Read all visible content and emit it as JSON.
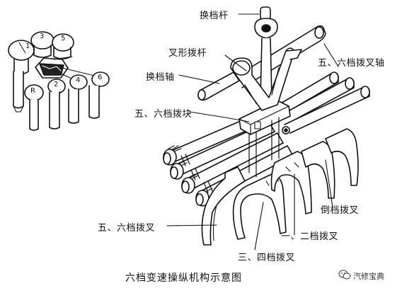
{
  "labels": {
    "shift_lever": "换档杆",
    "fork_lever": "叉形拨杆",
    "shift_shaft": "换档轴",
    "fifth_sixth_block": "五、六档拨块",
    "fifth_sixth_fork_shaft": "五、六档拨叉轴",
    "fifth_sixth_fork": "五、六档拨叉",
    "third_fourth_fork": "三、四档拨叉",
    "first_second_fork": "一、二档拨叉",
    "reverse_fork": "倒档拨叉"
  },
  "pattern_labels": {
    "g1": "1",
    "g2": "2",
    "g3": "3",
    "g4": "4",
    "g5": "5",
    "g6": "6",
    "gr": "R"
  },
  "caption": "六档变速操纵机构示意图",
  "watermark": "汽修宝典",
  "colors": {
    "ink": "#111111",
    "paper": "#ffffff"
  }
}
